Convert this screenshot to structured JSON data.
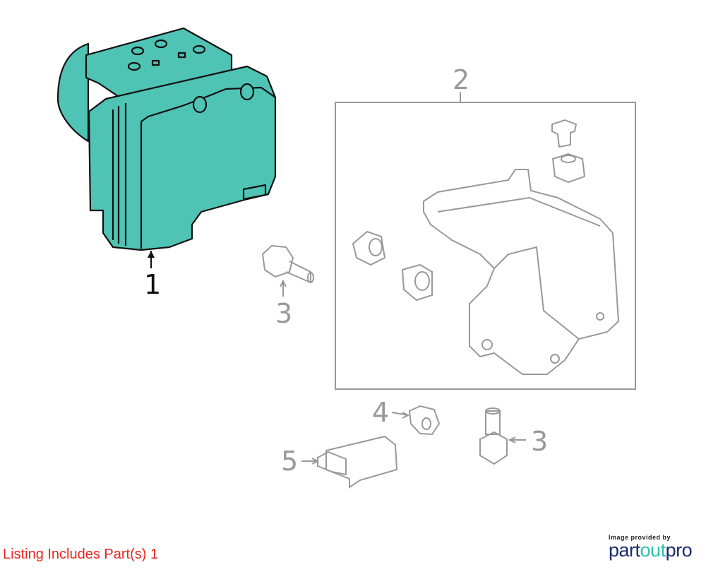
{
  "callouts": {
    "c1": "1",
    "c2": "2",
    "c3a": "3",
    "c3b": "3",
    "c4": "4",
    "c5": "5"
  },
  "footer": {
    "text": "Listing Includes Part(s) 1"
  },
  "attribution": {
    "caption": "Image provided by",
    "brand_part1": "part",
    "brand_part2": "out",
    "brand_part3": "pro"
  },
  "colors": {
    "highlight": "#4fc4b4",
    "line": "#999999",
    "footer": "#e8261f"
  }
}
